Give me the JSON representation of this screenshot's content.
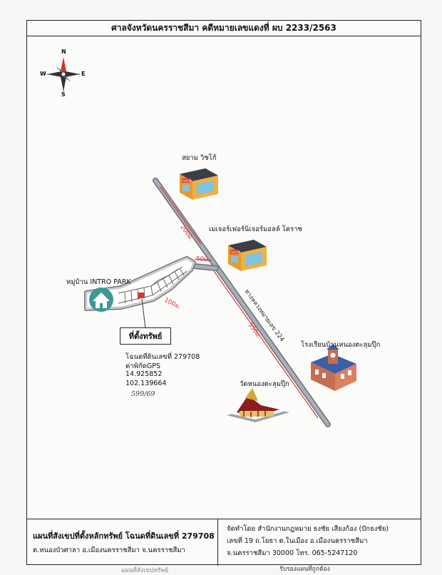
{
  "header": {
    "title": "ศาลจังหวัดนครราชสีมา คดีหมายเลขแดงที่ ผบ 2233/2563"
  },
  "compass": {
    "n": "N",
    "s": "S",
    "e": "E",
    "w": "W"
  },
  "landmarks": {
    "shop1": "สยาม วิชโก้",
    "shop2": "เมเจอร์เฟอร์นิเจอร์มอลล์ โคราช",
    "village": "หมู่บ้าน INTRO PARK",
    "school": "โรงเรียนบ้านหนองตะลุมปุ๊ก",
    "temple": "วัดหนองตะลุมปุ๊ก",
    "shop_sign": "SHOP"
  },
  "road": {
    "name": "ทางหลวงหมายเลข 224",
    "dist_200": "200ม.",
    "dist_50": "50ม.",
    "dist_100": "100ม.",
    "dist_550": "550ม."
  },
  "property": {
    "box_label": "ที่ตั้งทรัพย์",
    "deed_line": "โฉนดที่ดินเลขที่ 279708",
    "gps_label": "ค่าพิกัดGPS",
    "lat": "14.925852",
    "lon": "102.139664",
    "handwritten": "599/69"
  },
  "footer": {
    "title": "แผนที่สังเขปที่ตั้งหลักทรัพย์ โฉนดที่ดินเลขที่ 279708",
    "address": "ต.หนองบัวศาลา  อ.เมืองนครราชสีมา  จ.นครราชสีมา",
    "prepared_by": "จัดทำโดย  สำนักงานกฎหมาย ธงชัย เสียงก้อง (ปักธงชัย)",
    "addr1": "เลขที่ 19  ถ.โยธา  ต.ในเมือง  อ.เมืองนครราชสีมา",
    "addr2": "จ.นครราชสีมา 30000  โทร. 065-5247120"
  },
  "stamps": {
    "certify": "รับรองแผนที่ถูกต้อง",
    "bottom_left": "แผนที่สังเขปทรัพย์"
  }
}
